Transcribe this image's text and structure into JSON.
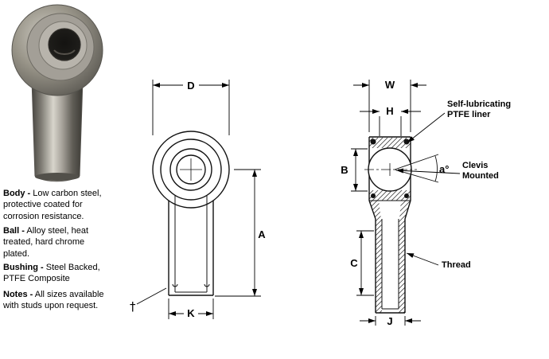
{
  "specs": [
    {
      "term": "Body -",
      "text": "Low carbon steel, protective coated for corrosion resistance."
    },
    {
      "term": "Ball -",
      "text": "Alloy steel, heat treated, hard chrome plated."
    },
    {
      "term": "Bushing -",
      "text": "Steel Backed, PTFE Composite"
    },
    {
      "term": "Notes -",
      "text": "All sizes available with studs upon request."
    }
  ],
  "dims": {
    "d": "D",
    "a": "A",
    "k": "K",
    "w": "W",
    "h": "H",
    "b": "B",
    "c": "C",
    "j": "J",
    "angle": "a°",
    "dagger": "†"
  },
  "callouts": {
    "liner": "Self-lubricating PTFE liner",
    "clevis": "Clevis Mounted",
    "thread": "Thread"
  }
}
